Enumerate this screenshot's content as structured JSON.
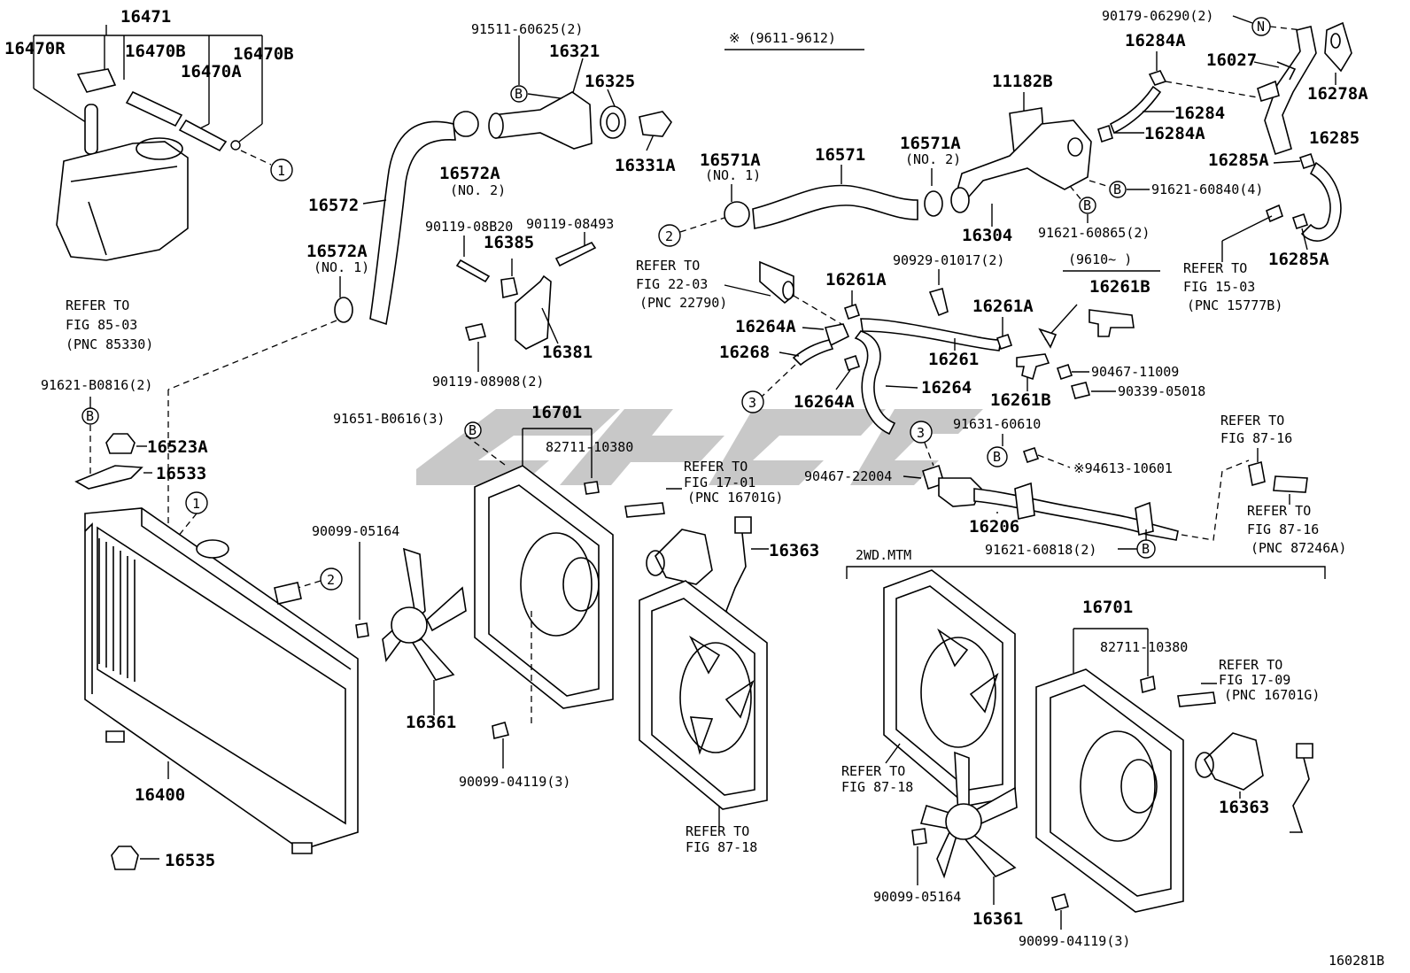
{
  "diagram_id": "160281B",
  "parts": {
    "p16471": "16471",
    "p16470R": "16470R",
    "p16470B_1": "16470B",
    "p16470B_2": "16470B",
    "p16470A": "16470A",
    "p91511": "91511-60625(2)",
    "p16321": "16321",
    "p16325": "16325",
    "p16331A": "16331A",
    "p16572A_2": "16572A",
    "p16572": "16572",
    "p16572A_1": "16572A",
    "p90119_08B20": "90119-08B20",
    "p90119_08493": "90119-08493",
    "p16385": "16385",
    "p16381": "16381",
    "p90119_08908": "90119-08908(2)",
    "p91621_B0816": "91621-B0816(2)",
    "p16523A": "16523A",
    "p16533": "16533",
    "p90099_05164_a": "90099-05164",
    "p16361_a": "16361",
    "p16400": "16400",
    "p16535": "16535",
    "p91651": "91651-B0616(3)",
    "p16701_a": "16701",
    "p82711_a": "82711-10380",
    "p16363_a": "16363",
    "p90099_04119_a": "90099-04119(3)",
    "p16571A_1": "16571A",
    "p16571": "16571",
    "p16571A_2": "16571A",
    "p11182B": "11182B",
    "p16304": "16304",
    "p91621_60840": "91621-60840(4)",
    "p91621_60865": "91621-60865(2)",
    "p90179": "90179-06290(2)",
    "p16284A_1": "16284A",
    "p16284": "16284",
    "p16284A_2": "16284A",
    "p16027": "16027",
    "p16278A": "16278A",
    "p16285": "16285",
    "p16285A_1": "16285A",
    "p16285A_2": "16285A",
    "p90929": "90929-01017(2)",
    "p16261A_1": "16261A",
    "p16261A_2": "16261A",
    "p16261B_1": "16261B",
    "p16261B_2": "16261B",
    "p16264A_1": "16264A",
    "p16264A_2": "16264A",
    "p16268": "16268",
    "p16261": "16261",
    "p16264": "16264",
    "p90467_11009": "90467-11009",
    "p90339": "90339-05018",
    "p91631": "91631-60610",
    "p94613": "※94613-10601",
    "p90467_22004": "90467-22004",
    "p16206": "16206",
    "p91621_60818": "91621-60818(2)",
    "p16701_b": "16701",
    "p82711_b": "82711-10380",
    "p16363_b": "16363",
    "p90099_05164_b": "90099-05164",
    "p16361_b": "16361",
    "p90099_04119_b": "90099-04119(3)"
  },
  "notes": {
    "no2_a": "(NO. 2)",
    "no1_a": "(NO. 1)",
    "no1_b": "(NO. 1)",
    "no2_b": "(NO. 2)",
    "period": "※ (9611-9612)",
    "period2": "(9610~    )",
    "group": "2WD.MTM"
  },
  "refs": {
    "r85_a": "REFER TO",
    "r85_b": "FIG 85-03",
    "r85_c": "(PNC 85330)",
    "r22_a": "REFER TO",
    "r22_b": "FIG 22-03",
    "r22_c": "(PNC 22790)",
    "r15_a": "REFER TO",
    "r15_b": "FIG 15-03",
    "r15_c": "(PNC 15777B)",
    "r87a_a": "REFER TO",
    "r87a_b": "FIG 87-16",
    "r87b_a": "REFER TO",
    "r87b_b": "FIG 87-16",
    "r87b_c": "(PNC 87246A)",
    "r17a_a": "REFER TO",
    "r17a_b": "FIG 17-01",
    "r17a_c": "(PNC 16701G)",
    "r18a_a": "REFER TO",
    "r18a_b": "FIG 87-18",
    "r18b_a": "REFER TO",
    "r18b_b": "FIG 87-18",
    "r17b_a": "REFER TO",
    "r17b_b": "FIG 17-09",
    "r17b_c": "(PNC 16701G)"
  },
  "markers": {
    "one": "1",
    "two": "2",
    "three": "3",
    "b": "B",
    "n": "N"
  }
}
